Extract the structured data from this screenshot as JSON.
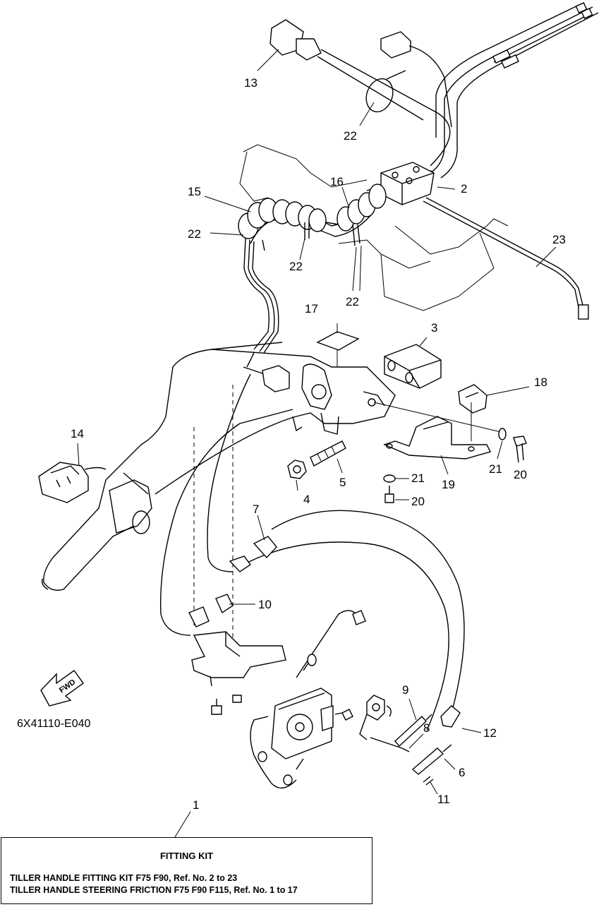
{
  "callouts": {
    "n1": "1",
    "n2": "2",
    "n3": "3",
    "n4": "4",
    "n5": "5",
    "n6": "6",
    "n7": "7",
    "n8": "8",
    "n9": "9",
    "n10": "10",
    "n11": "11",
    "n12": "12",
    "n13": "13",
    "n14": "14",
    "n15": "15",
    "n16": "16",
    "n17": "17",
    "n18": "18",
    "n19": "19",
    "n20a": "20",
    "n20b": "20",
    "n21a": "21",
    "n21b": "21",
    "n22a": "22",
    "n22b": "22",
    "n22c": "22",
    "n22d": "22",
    "n23": "23"
  },
  "fwd_label": "FWD",
  "diagram_code": "6X41110-E040",
  "kit": {
    "title": "FITTING KIT",
    "line1": "TILLER HANDLE FITTING KIT F75 F90,  Ref. No. 2 to 23",
    "line2": "TILLER HANDLE STEERING FRICTION F75 F90 F115,  Ref. No. 1 to 17"
  }
}
